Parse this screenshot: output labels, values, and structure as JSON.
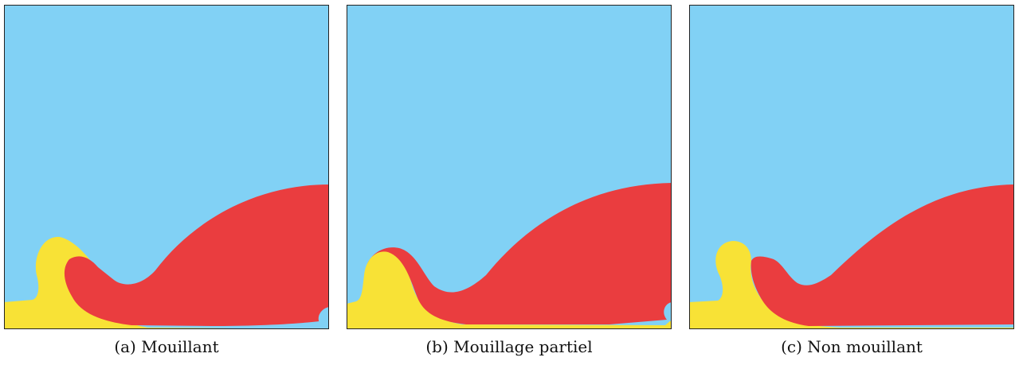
{
  "colors": {
    "gas": "#81d1f5",
    "liquid_yellow": "#f8e236",
    "liquid_red": "#ea3d3f",
    "frame": "#222222"
  },
  "panels": [
    {
      "id": "a",
      "caption": "(a) Mouillant"
    },
    {
      "id": "b",
      "caption": "(b) Mouillage partiel"
    },
    {
      "id": "c",
      "caption": "(c) Non mouillant"
    }
  ]
}
